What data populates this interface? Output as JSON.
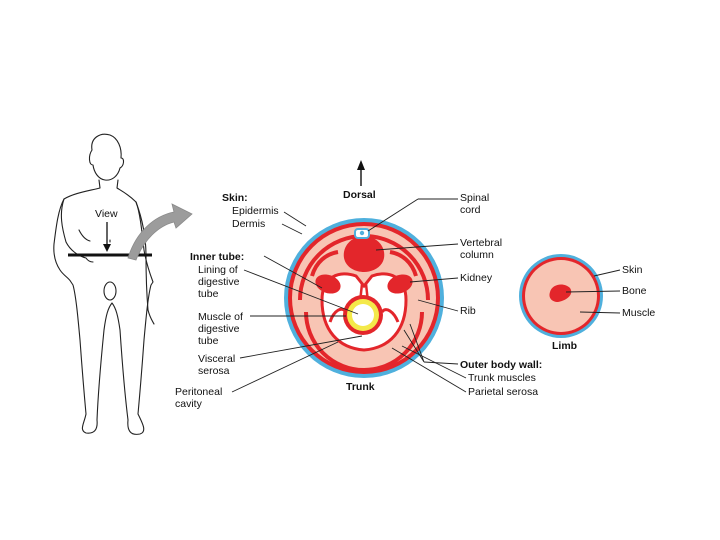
{
  "colors": {
    "skin_outline": "#4fb0dd",
    "tissue": "#f8c5b4",
    "organ_red": "#e3262b",
    "arrow_gray": "#9c9c9c",
    "gut_lumen": "#f4e94a",
    "line": "#222222"
  },
  "icons": {
    "dorsal_arrow": "arrow-up-icon",
    "view_arrow": "arrow-down-icon",
    "section_arrow": "curved-arrow-icon"
  },
  "human": {
    "view_label": "View"
  },
  "trunk": {
    "dorsal": "Dorsal",
    "title": "Trunk",
    "skin_heading": "Skin:",
    "epidermis": "Epidermis",
    "dermis": "Dermis",
    "inner_tube_heading": "Inner tube:",
    "lining_line1": "Lining of",
    "lining_line2": "digestive",
    "lining_line3": "tube",
    "muscle_line1": "Muscle of",
    "muscle_line2": "digestive",
    "muscle_line3": "tube",
    "visceral_line1": "Visceral",
    "visceral_line2": "serosa",
    "peritoneal_line1": "Peritoneal",
    "peritoneal_line2": "cavity",
    "spinal_line1": "Spinal",
    "spinal_line2": "cord",
    "vertebral_line1": "Vertebral",
    "vertebral_line2": "column",
    "kidney": "Kidney",
    "rib": "Rib",
    "outer_wall_heading": "Outer body wall:",
    "trunk_muscles": "Trunk muscles",
    "parietal_serosa": "Parietal serosa"
  },
  "limb": {
    "title": "Limb",
    "skin": "Skin",
    "bone": "Bone",
    "muscle": "Muscle"
  }
}
